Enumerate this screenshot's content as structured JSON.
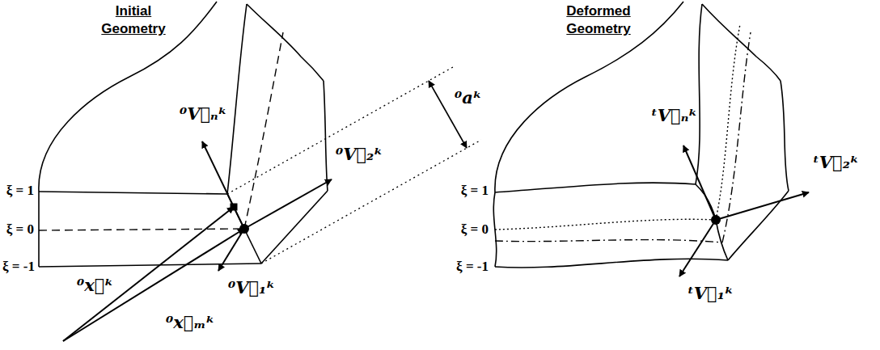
{
  "diagram": {
    "labels": [
      "Initial Geometry",
      "ξ = 1",
      "ξ = 0",
      "ξ = -1",
      "⁰V⃗ₙᵏ",
      "⁰V⃗₂ᵏ",
      "⁰aᵏ",
      "⁰x⃗ᵏ",
      "⁰x⃗ₘᵏ",
      "⁰V⃗₁ᵏ",
      "Deformed Geometry",
      "ξ = 1",
      "ξ = 0",
      "ξ = -1",
      "ᵗV⃗ₙᵏ",
      "ᵗV⃗₂ᵏ",
      "ᵗV⃗₁ᵏ"
    ]
  }
}
